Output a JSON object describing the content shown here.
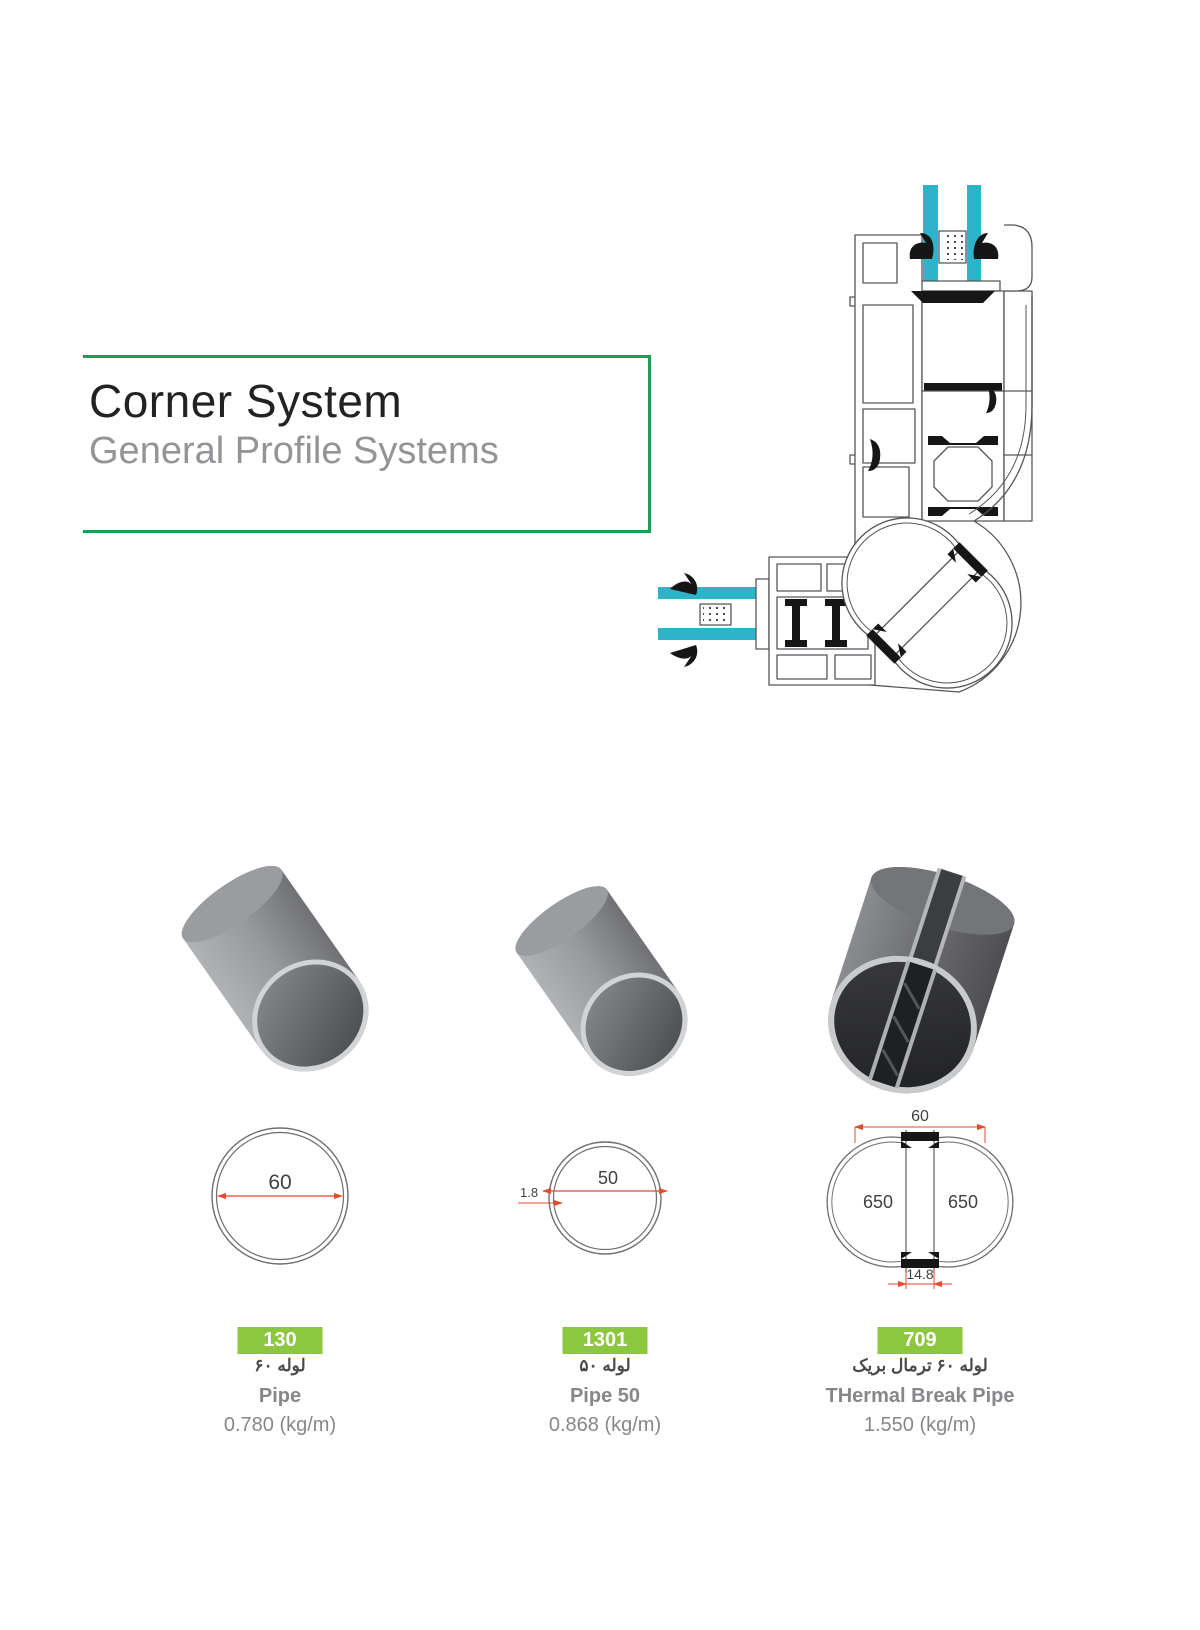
{
  "header": {
    "title": "Corner System",
    "subtitle": "General Profile Systems"
  },
  "colors": {
    "accent_green_border": "#18a155",
    "badge_green": "#8dc63f",
    "dimension_red": "#e8482c",
    "glass_cyan": "#2cb5c8",
    "text_gray": "#85878a"
  },
  "diagram": {
    "description": "corner window profile assembly cross-section"
  },
  "products": [
    {
      "code": "130",
      "name_fa": "لوله ۶۰",
      "name_en": "Pipe",
      "weight": "0.780 (kg/m)",
      "dim_diameter": "60"
    },
    {
      "code": "1301",
      "name_fa": "لوله ۵۰",
      "name_en": "Pipe 50",
      "weight": "0.868 (kg/m)",
      "dim_diameter": "50",
      "dim_wall": "1.8"
    },
    {
      "code": "709",
      "name_fa": "لوله ۶۰ ترمال بریک",
      "name_en": "THermal Break Pipe",
      "weight": "1.550 (kg/m)",
      "dim_width": "60",
      "dim_left": "650",
      "dim_right": "650",
      "dim_gap": "14.8"
    }
  ]
}
